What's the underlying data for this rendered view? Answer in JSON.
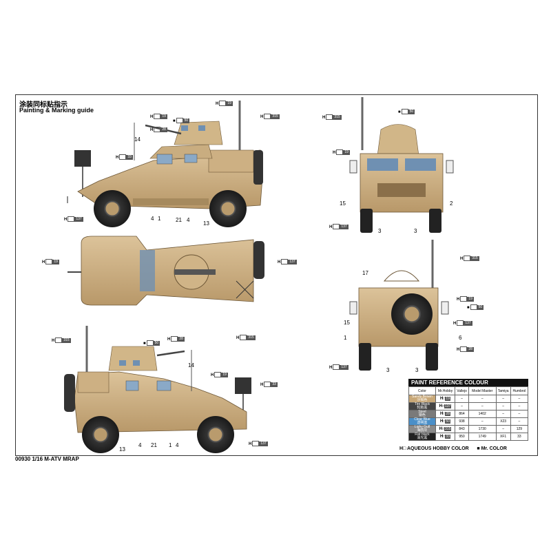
{
  "header": {
    "title_cn": "涂装同标贴指示",
    "title_en": "Painting & Marking guide"
  },
  "footer": {
    "model": "00930 1/16 M-ATV MRAP"
  },
  "table": {
    "title": "PAINT  REFERENCE COLOUR",
    "columns": [
      "Color",
      "Mr.Hobby",
      "Vallejo",
      "Model Master",
      "Tamiya",
      "Humbrol"
    ],
    "rows": [
      {
        "name": "Sandy Brown",
        "cn": "沙褐色",
        "color": "#c8a878",
        "code": "19",
        "vallejo": "–",
        "model_master": "–",
        "tamiya": "–",
        "humbrol": "–"
      },
      {
        "name": "Tire Black",
        "cn": "轮胎黑",
        "color": "#444444",
        "code": "137",
        "vallejo": "–",
        "model_master": "–",
        "tamiya": "–",
        "humbrol": "–"
      },
      {
        "name": "Steel",
        "cn": "钢色",
        "color": "#7a7a7a",
        "code": "28",
        "vallejo": "864",
        "model_master": "1402",
        "tamiya": "–",
        "humbrol": "–"
      },
      {
        "name": "Clear Blue",
        "cn": "透明蓝",
        "color": "#4a8fc8",
        "code": "50",
        "vallejo": "938",
        "model_master": "–",
        "tamiya": "X23",
        "humbrol": "–"
      },
      {
        "name": "Lighy Gull",
        "cn": "海鸥灰",
        "color": "#8a8a8a",
        "code": "315",
        "vallejo": "843",
        "model_master": "1730",
        "tamiya": "–",
        "humbrol": "129"
      },
      {
        "name": "Flat black",
        "cn": "消光黑",
        "color": "#222222",
        "code": "33",
        "vallejo": "950",
        "model_master": "1749",
        "tamiya": "XF1",
        "humbrol": "33"
      }
    ]
  },
  "legend": {
    "aqueous": "AQUEOUS HOBBY COLOR",
    "mr": "Mr. COLOR"
  },
  "callout_codes": {
    "c19": "19",
    "c137": "137",
    "c28": "28",
    "c50": "50",
    "c315": "315",
    "c33": "33"
  },
  "numbers": {
    "n1": "1",
    "n2": "2",
    "n3": "3",
    "n4": "4",
    "n6": "6",
    "n13": "13",
    "n14": "14",
    "n15": "15",
    "n17": "17",
    "n21": "21"
  },
  "icons": {
    "aqueous_box": "white-square-icon",
    "mr_mark": "black-square-icon"
  }
}
